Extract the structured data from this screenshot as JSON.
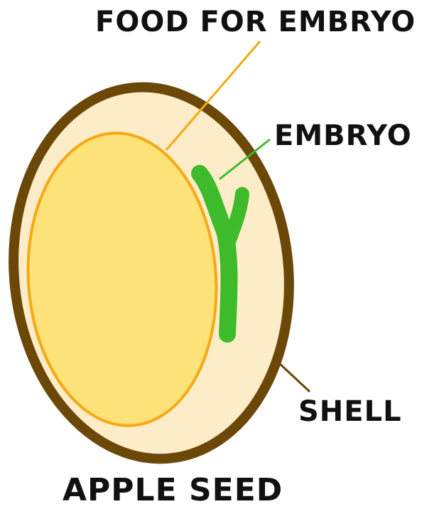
{
  "labels": {
    "food": "FOOD FOR EMBRYO",
    "embryo": "EMBRYO",
    "shell": "SHELL",
    "title": "APPLE SEED"
  },
  "colors": {
    "shell": "#6b4708",
    "inner_seed": "#fcecc8",
    "food": "#fde27a",
    "food_outline": "#f5a912",
    "embryo": "#3dbb2b",
    "leader_food": "#f5a912",
    "leader_embryo": "#3dbb2b",
    "leader_shell": "#6b4708",
    "text": "#111111"
  }
}
